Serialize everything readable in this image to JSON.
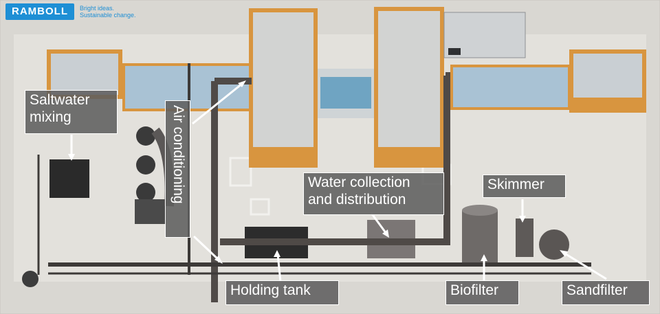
{
  "brand": {
    "logo_text": "RAMBOLL",
    "tagline_line1": "Bright ideas.",
    "tagline_line2": "Sustainable change.",
    "accent_color": "#1e8fd5"
  },
  "labels": {
    "saltwater_line1": "Saltwater",
    "saltwater_line2": "mixing",
    "air_conditioning": "Air conditioning",
    "water_collection_line1": "Water collection",
    "water_collection_line2": "and distribution",
    "skimmer": "Skimmer",
    "holding_tank": "Holding tank",
    "biofilter": "Biofilter",
    "sandfilter": "Sandfilter"
  },
  "colors": {
    "label_background": "#5f5f5f",
    "label_text": "#ffffff",
    "ground": "#d9d7d2",
    "timber": "#d8953f",
    "glass": "#a9c2d4",
    "pipe": "#4f4a47"
  }
}
